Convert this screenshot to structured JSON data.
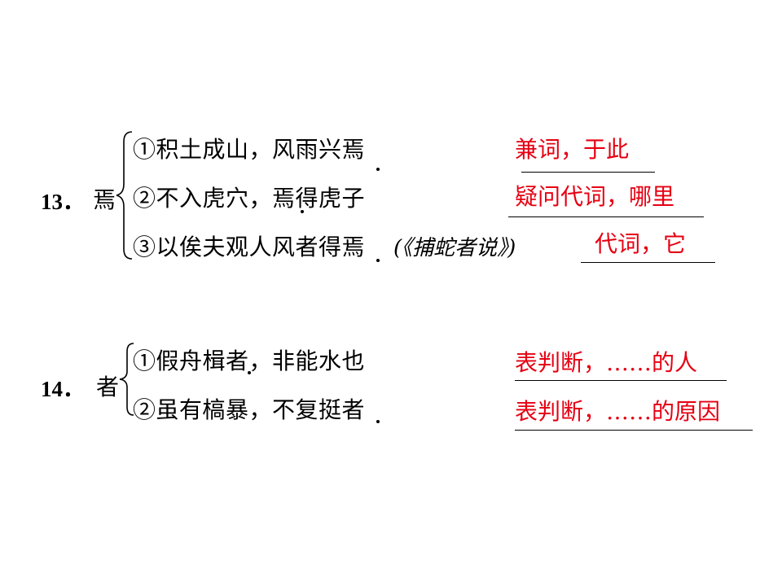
{
  "q13": {
    "number": "13．",
    "char": "焉",
    "items": [
      {
        "text": "①积土成山，风雨兴焉",
        "answer": "兼词，于此"
      },
      {
        "text": "②不入虎穴，焉得虎子",
        "answer": "疑问代词，哪里"
      },
      {
        "text": "③以俟夫观人风者得焉",
        "source": "(《捕蛇者说》)",
        "answer": "代词，它"
      }
    ]
  },
  "q14": {
    "number": "14．",
    "char": "者",
    "items": [
      {
        "text": "①假舟楫者，非能水也",
        "answer": "表判断，……的人"
      },
      {
        "text": "②虽有槁暴，不复挺者",
        "answer": "表判断，……的原因"
      }
    ]
  },
  "colors": {
    "answer": "#e60012",
    "text": "#000000"
  }
}
